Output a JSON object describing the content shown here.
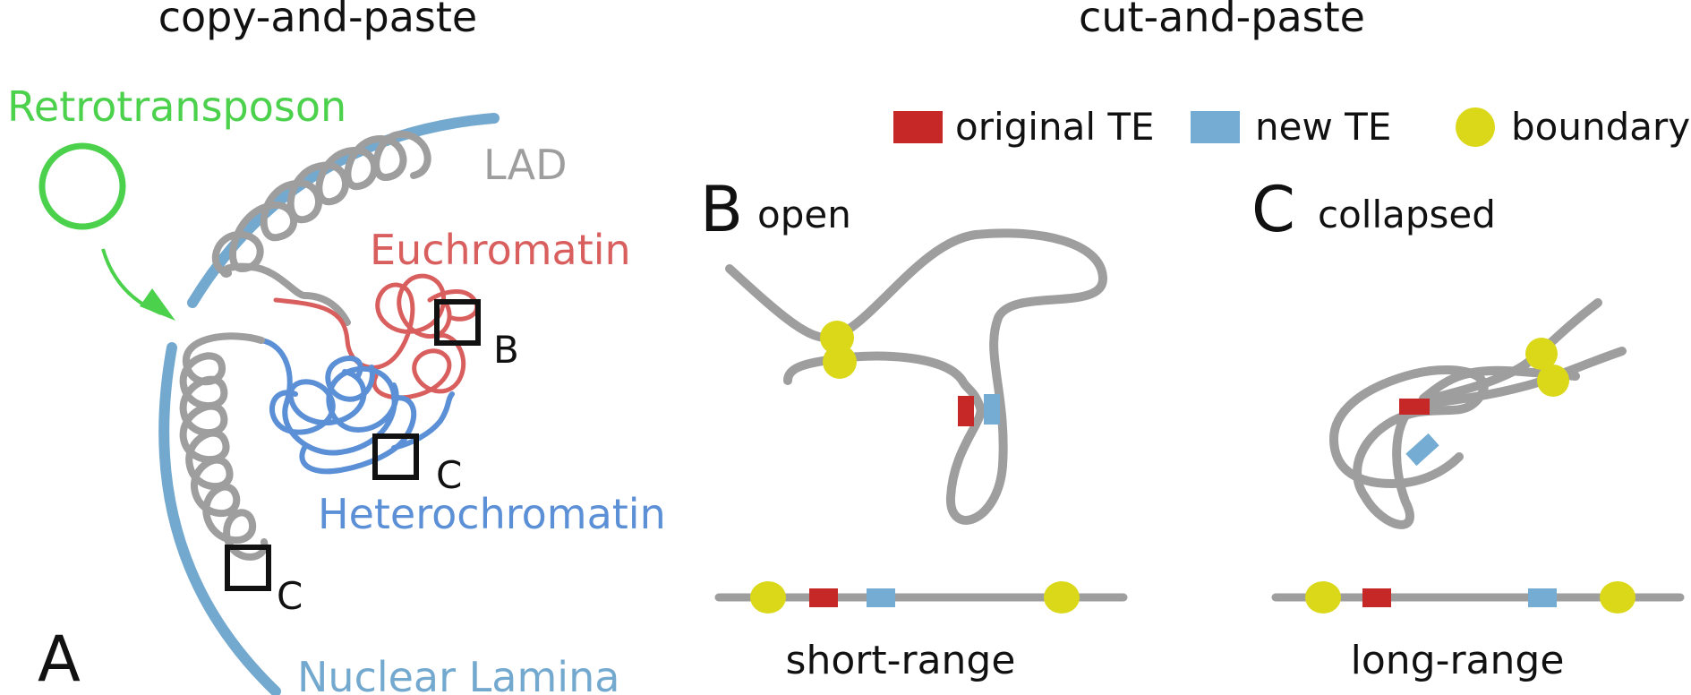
{
  "headings": {
    "left": "copy-and-paste",
    "right": "cut-and-paste"
  },
  "panel_a": {
    "letter": "A",
    "retrotransposon": "Retrotransposon",
    "lad": "LAD",
    "euchromatin": "Euchromatin",
    "heterochromatin": "Heterochromatin",
    "nuclear_lamina": "Nuclear Lamina",
    "box_b": "B",
    "box_c1": "C",
    "box_c2": "C"
  },
  "legend": {
    "original": "original TE",
    "new": "new TE",
    "boundary": "boundary"
  },
  "panel_b": {
    "letter": "B",
    "title": "open",
    "caption": "short-range"
  },
  "panel_c": {
    "letter": "C",
    "title": "collapsed",
    "caption": "long-range"
  },
  "colors": {
    "retrotransposon": "#4cd14c",
    "lamina": "#74a9cf",
    "chromatin": "#9e9e9e",
    "euchromatin": "#d95f5f",
    "heterochromatin": "#5b8fd6",
    "original_te": "#c62828",
    "new_te": "#74acd4",
    "boundary": "#dbd81a"
  }
}
